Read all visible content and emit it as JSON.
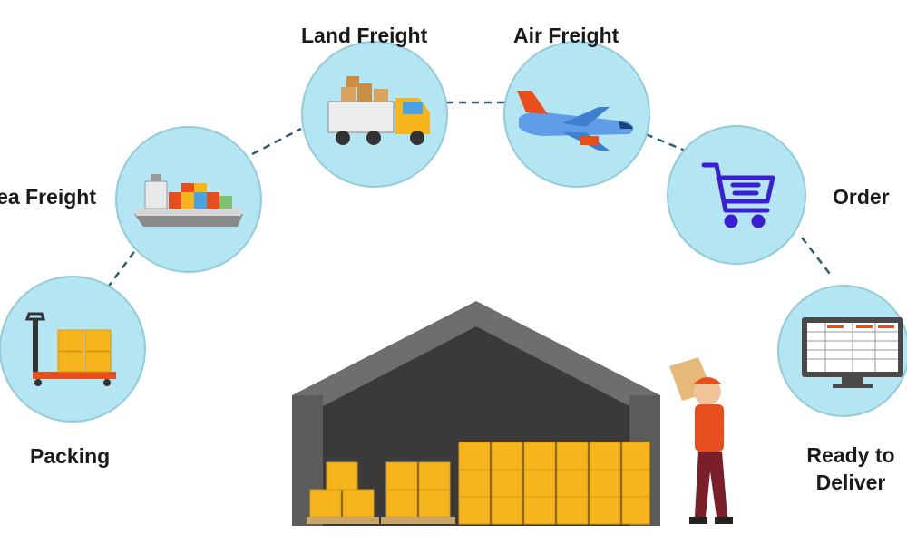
{
  "diagram": {
    "title": "",
    "stages": [
      {
        "id": "packing",
        "label": "Packing",
        "icon": "pallet-jack-icon"
      },
      {
        "id": "sea",
        "label": "Sea Freight",
        "icon": "cargo-ship-icon"
      },
      {
        "id": "land",
        "label": "Land Freight",
        "icon": "truck-icon"
      },
      {
        "id": "air",
        "label": "Air Freight",
        "icon": "airplane-icon"
      },
      {
        "id": "order",
        "label": "Order",
        "icon": "shopping-cart-icon"
      },
      {
        "id": "deliver",
        "label_line1": "Ready to",
        "label_line2": "Deliver",
        "icon": "monitor-table-icon"
      }
    ],
    "center_illustration": "warehouse-icon",
    "worker_illustration": "delivery-worker-icon"
  },
  "colors": {
    "circle_fill": "#b3e5f2",
    "circle_stroke": "#94cbd9",
    "connector": "#2e5f6e",
    "box": "#f6b51d",
    "box_dark": "#d99a10",
    "warehouse_roof": "#6e6e6e",
    "warehouse_inside": "#3a3a3a",
    "cart": "#3c1fd2"
  }
}
